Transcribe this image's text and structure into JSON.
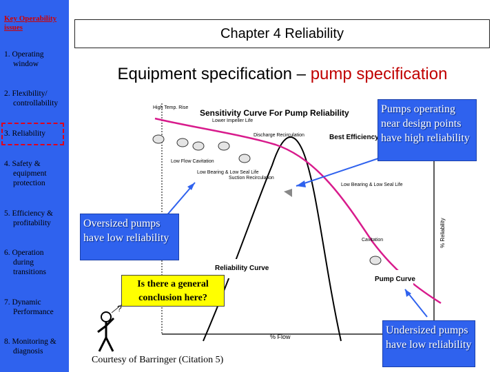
{
  "sidebar": {
    "title": "Key Operability issues",
    "items": [
      {
        "num": "1. Operating",
        "rest": "window"
      },
      {
        "num": "2. Flexibility/",
        "rest": "controllability"
      },
      {
        "num": "3. Reliability",
        "rest": ""
      },
      {
        "num": "4. Safety &",
        "rest": "equipment protection"
      },
      {
        "num": "5. Efficiency &",
        "rest": "profitability"
      },
      {
        "num": "6. Operation",
        "rest": "during transitions"
      },
      {
        "num": "7. Dynamic",
        "rest": "Performance"
      },
      {
        "num": "8. Monitoring &",
        "rest": "diagnosis"
      }
    ]
  },
  "header": {
    "title": "Chapter 4 Reliability",
    "subtitle_prefix": "Equipment specification – ",
    "subtitle_accent": "pump specification"
  },
  "chart": {
    "title": "Sensitivity Curve For Pump Reliability",
    "x_label": "% Flow",
    "y_label": "% Reliability",
    "annotations": {
      "high_temp": "High Temp. Rise",
      "lower_impeller": "Lower Impeller Life",
      "discharge_recirc": "Discharge Recirculation",
      "best_eff": "Best Efficiency Point",
      "low_flow_cav": "Low Flow Cavitation",
      "low_bearing_left": "Low Bearing & Low Seal Life",
      "suction_recirc": "Suction Recirculation",
      "low_bearing_right": "Low Bearing & Low Seal Life",
      "cavitation": "Cavitation",
      "reliability_curve": "Reliability Curve",
      "pump_curve": "Pump Curve"
    }
  },
  "callouts": {
    "near_design": "Pumps operating near design points have high reliability",
    "oversized": "Oversized pumps have low reliability",
    "undersized": "Undersized pumps have low reliability",
    "question": "Is there a general conclusion here?",
    "stickman_q": "?"
  },
  "footer": {
    "courtesy": "Courtesy of Barringer (Citation 5)"
  },
  "colors": {
    "sidebar_bg": "#2f62ee",
    "accent_red": "#c00000",
    "pump_curve": "#d81b8c",
    "callout_yellow": "#ffff00"
  }
}
